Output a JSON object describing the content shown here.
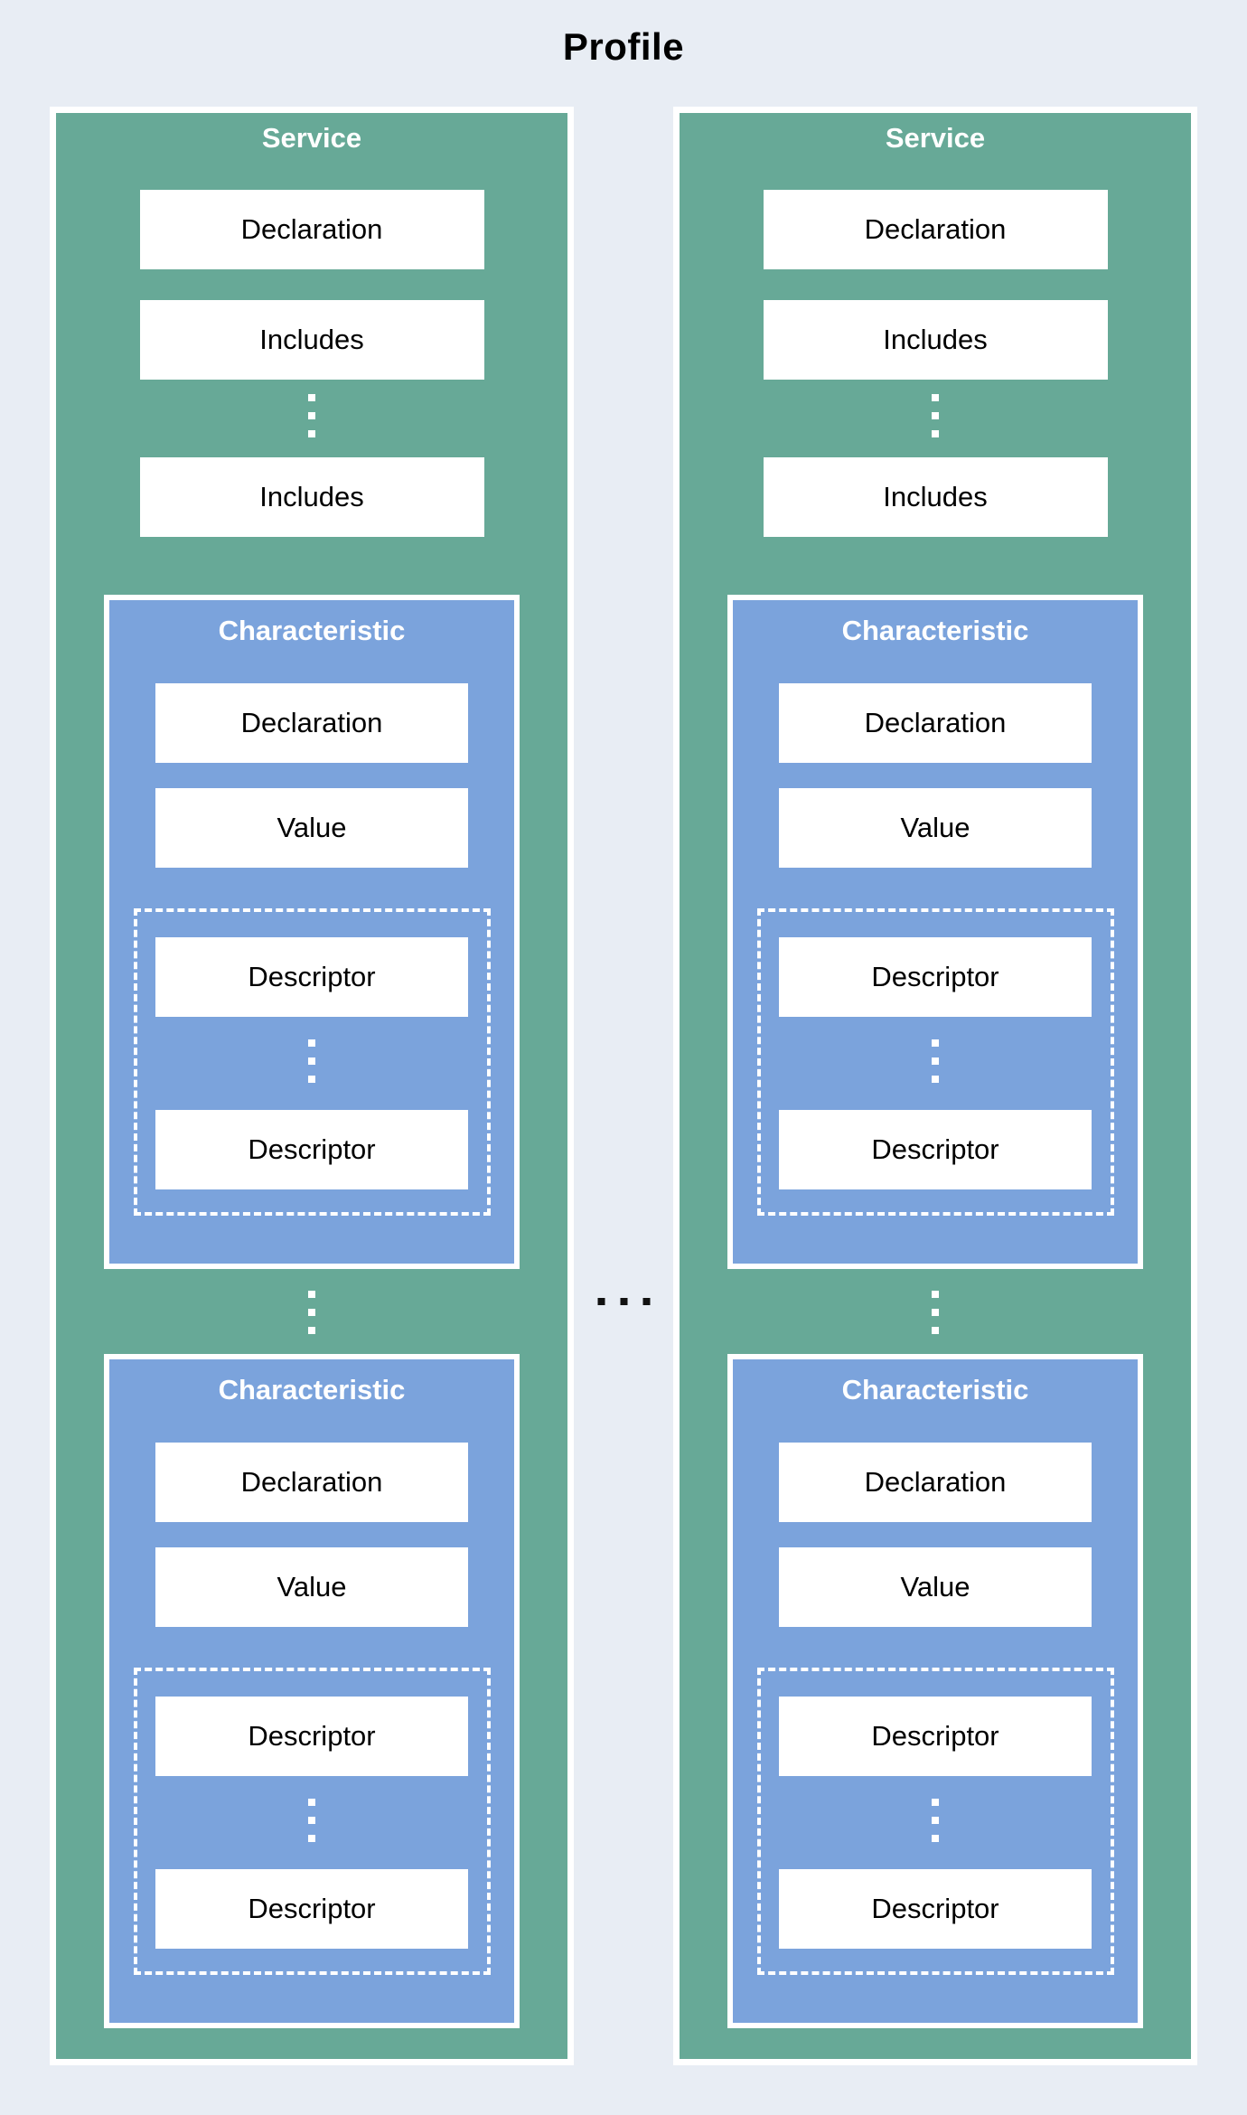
{
  "title": "Profile",
  "colors": {
    "background": "#e8edf4",
    "service_fill": "#67a997",
    "characteristic_fill": "#7ba3dc",
    "box_fill": "#ffffff",
    "heading_text": "#ffffff",
    "box_text": "#000000",
    "title_text": "#000000"
  },
  "services": [
    {
      "label": "Service",
      "declaration": "Declaration",
      "includes": [
        "Includes",
        "Includes"
      ],
      "characteristics": [
        {
          "label": "Characteristic",
          "declaration": "Declaration",
          "value": "Value",
          "descriptors": [
            "Descriptor",
            "Descriptor"
          ]
        },
        {
          "label": "Characteristic",
          "declaration": "Declaration",
          "value": "Value",
          "descriptors": [
            "Descriptor",
            "Descriptor"
          ]
        }
      ]
    },
    {
      "label": "Service",
      "declaration": "Declaration",
      "includes": [
        "Includes",
        "Includes"
      ],
      "characteristics": [
        {
          "label": "Characteristic",
          "declaration": "Declaration",
          "value": "Value",
          "descriptors": [
            "Descriptor",
            "Descriptor"
          ]
        },
        {
          "label": "Characteristic",
          "declaration": "Declaration",
          "value": "Value",
          "descriptors": [
            "Descriptor",
            "Descriptor"
          ]
        }
      ]
    }
  ]
}
